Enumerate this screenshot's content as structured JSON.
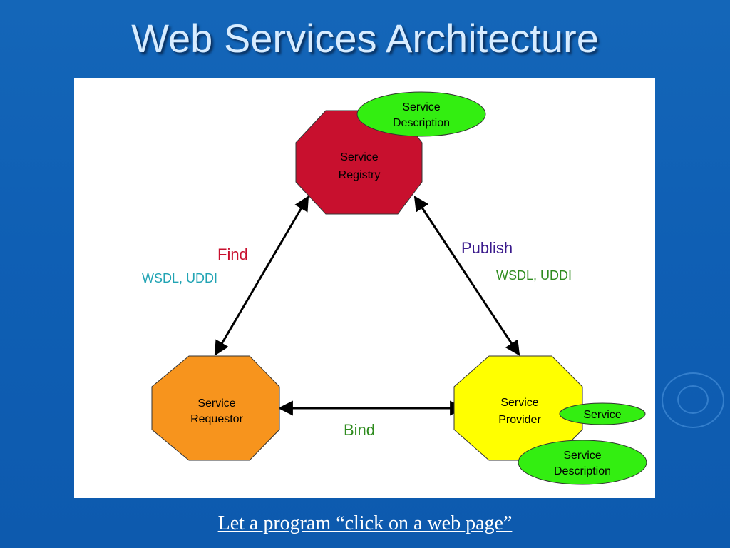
{
  "slide": {
    "title": "Web Services Architecture",
    "footer_link": "Let a program “click on a web page”"
  },
  "diagram": {
    "nodes": {
      "registry": {
        "line1": "Service",
        "line2": "Registry",
        "color": "#c8102e"
      },
      "requestor": {
        "line1": "Service",
        "line2": "Requestor",
        "color": "#f7941d"
      },
      "provider": {
        "line1": "Service",
        "line2": "Provider",
        "color": "#ffff00"
      }
    },
    "badges": {
      "registry_description": {
        "line1": "Service",
        "line2": "Description"
      },
      "provider_service": {
        "line1": "Service"
      },
      "provider_description": {
        "line1": "Service",
        "line2": "Description"
      },
      "color": "#33ee11"
    },
    "edges": {
      "find": {
        "label": "Find",
        "sublabel": "WSDL, UDDI",
        "label_color": "#c8102e",
        "sublabel_color": "#22a4b4"
      },
      "publish": {
        "label": "Publish",
        "sublabel": "WSDL, UDDI",
        "label_color": "#3a1a8c",
        "sublabel_color": "#2e8b1e"
      },
      "bind": {
        "label": "Bind",
        "label_color": "#2e8b1e"
      }
    }
  }
}
